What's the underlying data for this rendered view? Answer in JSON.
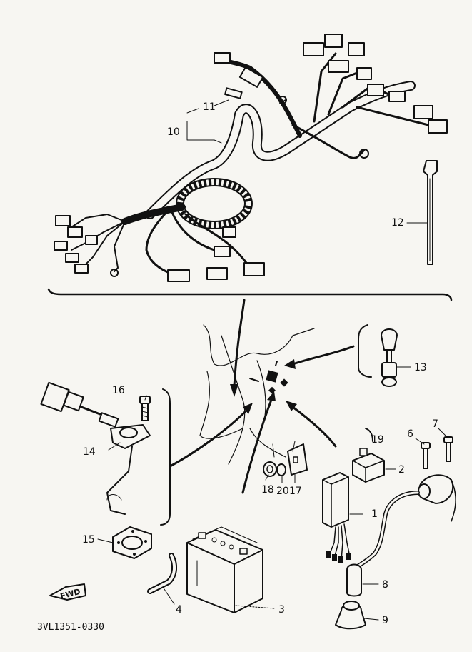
{
  "diagram": {
    "document_id": "3VL1351-0330",
    "direction_label": "FWD",
    "callouts": [
      "1",
      "2",
      "3",
      "4",
      "6",
      "7",
      "8",
      "9",
      "10",
      "11",
      "12",
      "13",
      "14",
      "15",
      "16",
      "17",
      "18",
      "19",
      "20"
    ]
  }
}
